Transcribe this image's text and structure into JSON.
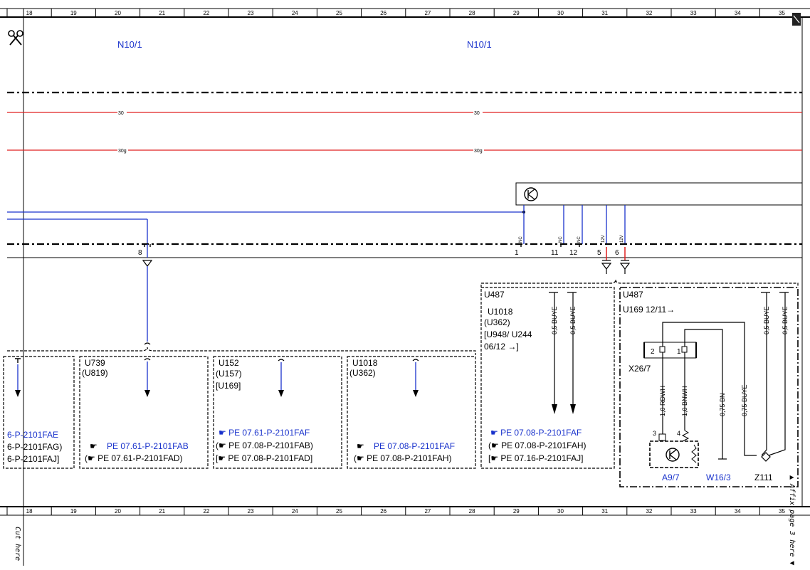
{
  "ruler": [
    "18",
    "19",
    "20",
    "21",
    "22",
    "23",
    "24",
    "25",
    "26",
    "27",
    "28",
    "29",
    "30",
    "31",
    "32",
    "33",
    "34",
    "35"
  ],
  "side_labels": {
    "cut_here": "Cut here",
    "affix_here": "▲ Affix page 3 here ▼"
  },
  "components": {
    "n10_left": "N10/1",
    "n10_right": "N10/1"
  },
  "rails": {
    "rail_30": "30",
    "rail_30g": "30g"
  },
  "pins": {
    "p8": "8",
    "p1": "1",
    "p11": "11",
    "p12": "12",
    "p5": "5",
    "p6": "6",
    "nc": "NC",
    "v12": "12V"
  },
  "boxes": {
    "u739": [
      "U739",
      "(U819)"
    ],
    "u152": [
      "U152",
      "(U157)",
      "[U169]"
    ],
    "u1018": [
      "U1018",
      "(U362)"
    ],
    "u487a": [
      "U487",
      "U1018",
      "(U362)",
      "[U948/ U244",
      "06/12 →]"
    ],
    "u487b": [
      "U487",
      "U169  12/11→"
    ]
  },
  "wires": {
    "buye05": "0,5 BUYE",
    "rdwh": "1,0 RDWH",
    "bnwh": "1,0 BNWH",
    "bn075": "0,75 BN",
    "buye075": "0,75 BUYE"
  },
  "connector": {
    "label": "X26/7",
    "pin2": "2",
    "pin1": "1",
    "pin3": "3",
    "pin4": "4"
  },
  "refs": {
    "col1": [
      "6-P-2101FAE",
      "6-P-2101FAG)",
      "6-P-2101FAJ]"
    ],
    "col2": [
      "PE 07.61-P-2101FAB",
      "(☛ PE 07.61-P-2101FAD)"
    ],
    "col3": [
      "☛ PE 07.61-P-2101FAF",
      "(☛ PE 07.08-P-2101FAB)",
      "[☛ PE 07.08-P-2101FAD]"
    ],
    "col4": [
      "PE 07.08-P-2101FAF",
      "(☛ PE 07.08-P-2101FAH)"
    ],
    "col5": [
      "☛ PE 07.08-P-2101FAF",
      "(☛ PE 07.08-P-2101FAH)",
      "[☛ PE 07.16-P-2101FAJ]"
    ],
    "hand": "☛"
  },
  "bottom_components": {
    "a9": "A9/7",
    "w16": "W16/3",
    "z111": "Z111"
  },
  "colors": {
    "blue": "#1a33cc",
    "red": "#e02020",
    "black": "#000000"
  }
}
